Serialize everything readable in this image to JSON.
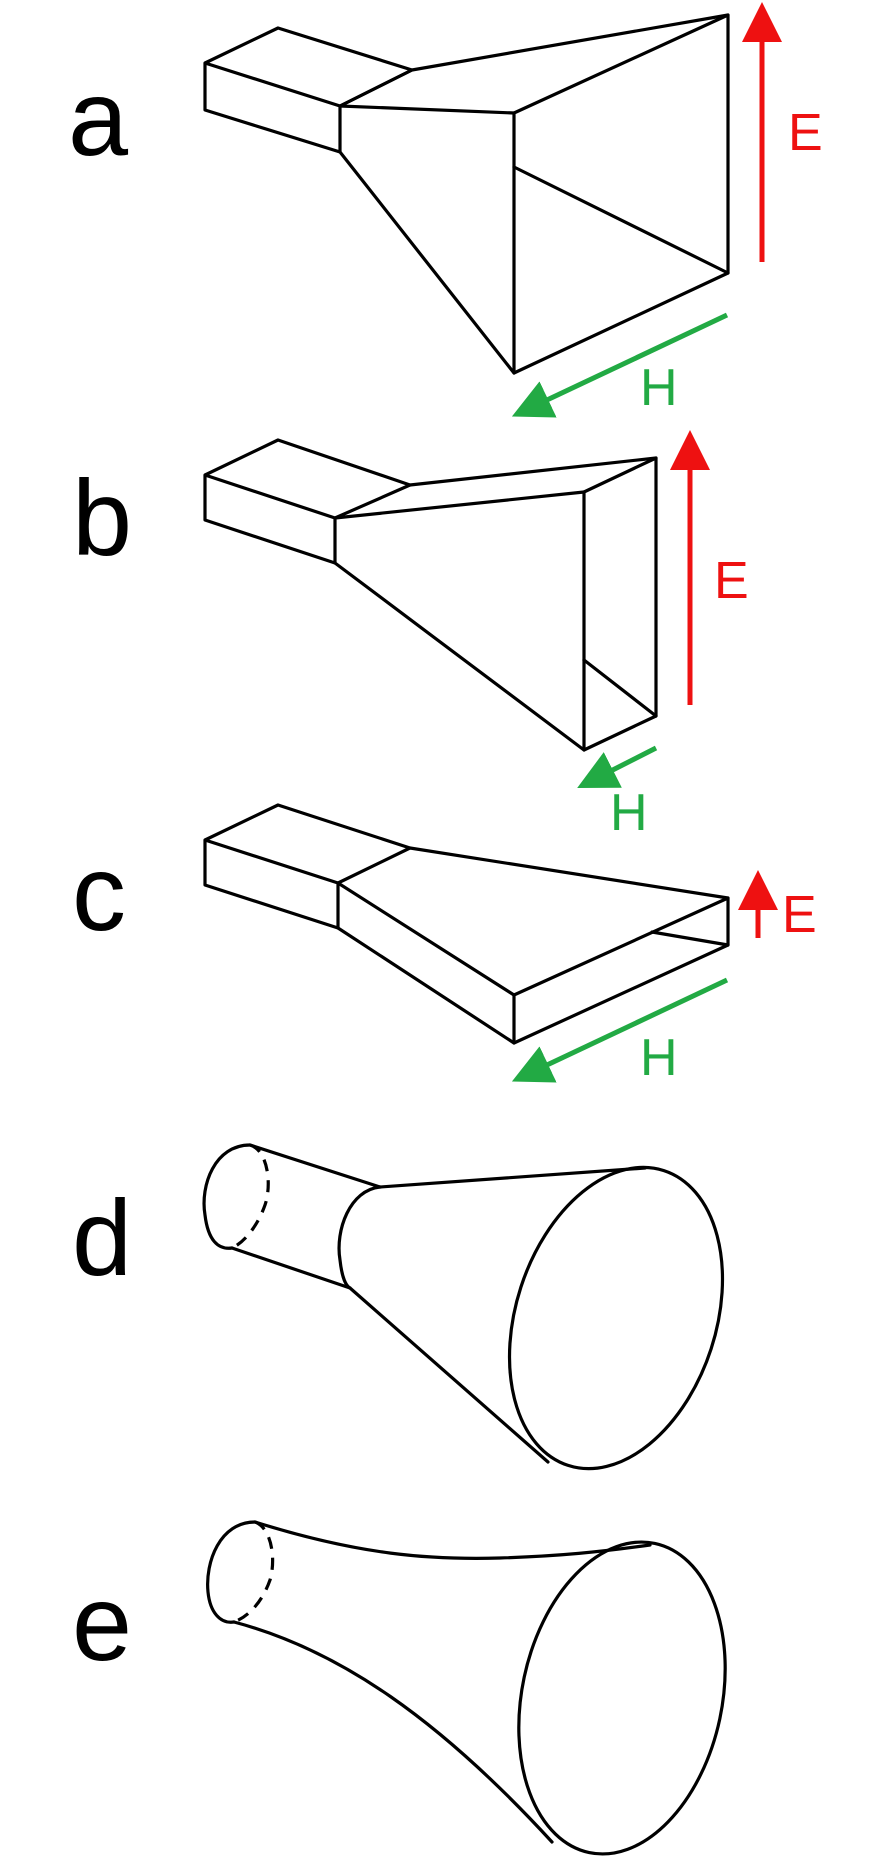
{
  "colors": {
    "outline": "#000000",
    "e_field": "#ee1111",
    "h_field": "#22aa44",
    "background": "#ffffff"
  },
  "panels": [
    {
      "label": "a",
      "e_label": "E",
      "h_label": "H"
    },
    {
      "label": "b",
      "e_label": "E",
      "h_label": "H"
    },
    {
      "label": "c",
      "e_label": "E",
      "h_label": "H"
    },
    {
      "label": "d"
    },
    {
      "label": "e"
    }
  ]
}
